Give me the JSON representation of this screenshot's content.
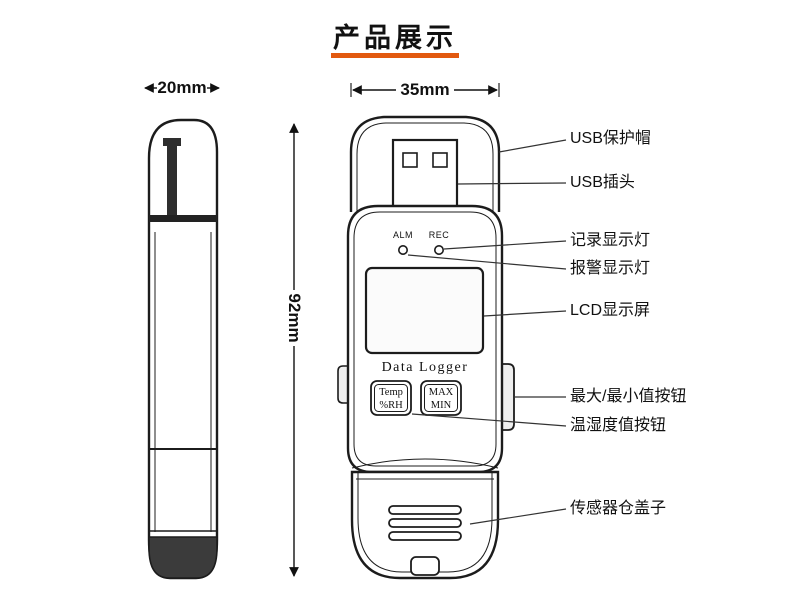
{
  "page": {
    "title": "产品展示",
    "accent_color": "#e2590f",
    "background_color": "#ffffff"
  },
  "dimensions": {
    "side_width": "20mm",
    "front_width": "35mm",
    "body_height": "92mm"
  },
  "device": {
    "led_left_label": "ALM",
    "led_right_label": "REC",
    "brand_text": "Data Logger",
    "temp_button_line1": "Temp",
    "temp_button_line2": "%RH",
    "maxmin_button_line1": "MAX",
    "maxmin_button_line2": "MIN"
  },
  "part_labels": [
    {
      "id": "usb-cap",
      "text": "USB保护帽"
    },
    {
      "id": "usb-plug",
      "text": "USB插头"
    },
    {
      "id": "record-light",
      "text": "记录显示灯"
    },
    {
      "id": "alarm-light",
      "text": "报警显示灯"
    },
    {
      "id": "lcd-screen",
      "text": "LCD显示屏"
    },
    {
      "id": "max-min-button",
      "text": "最大/最小值按钮"
    },
    {
      "id": "temp-humidity-button",
      "text": "温湿度值按钮"
    },
    {
      "id": "sensor-cover",
      "text": "传感器仓盖子"
    }
  ]
}
